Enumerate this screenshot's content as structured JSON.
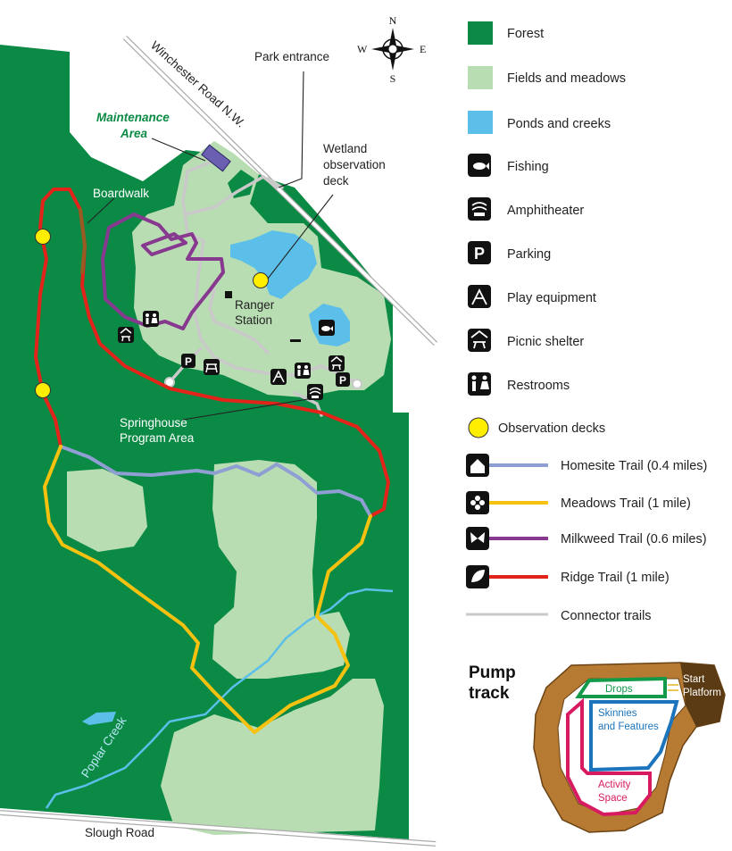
{
  "map": {
    "compass": {
      "n": "N",
      "s": "S",
      "e": "E",
      "w": "W"
    },
    "labels": {
      "park_entrance": "Park entrance",
      "winchester_road": "Winchester Road N.W.",
      "maintenance_line1": "Maintenance",
      "maintenance_line2": "Area",
      "wetland_line1": "Wetland",
      "wetland_line2": "observation",
      "wetland_line3": "deck",
      "boardwalk": "Boardwalk",
      "ranger_line1": "Ranger",
      "ranger_line2": "Station",
      "springhouse_line1": "Springhouse",
      "springhouse_line2": "Program Area",
      "poplar_creek": "Poplar Creek",
      "slough_road": "Slough Road"
    },
    "colors": {
      "forest": "#0b8a45",
      "fields": "#b9ddb3",
      "water": "#5bbfe9",
      "homesite": "#8f9fd3",
      "meadows": "#f6c20f",
      "milkweed": "#87388f",
      "ridge": "#e2231a",
      "connector": "#c9c9c9",
      "boardwalk": "#9a5b22"
    }
  },
  "legend": {
    "items": [
      {
        "label": "Forest",
        "icon": "forest-swatch"
      },
      {
        "label": "Fields and meadows",
        "icon": "fields-swatch"
      },
      {
        "label": "Ponds and creeks",
        "icon": "ponds-swatch"
      },
      {
        "label": "Fishing",
        "icon": "fishing-icon"
      },
      {
        "label": "Amphitheater",
        "icon": "amphitheater-icon"
      },
      {
        "label": "Parking",
        "icon": "parking-icon"
      },
      {
        "label": "Play equipment",
        "icon": "play-equipment-icon"
      },
      {
        "label": "Picnic shelter",
        "icon": "picnic-shelter-icon"
      },
      {
        "label": "Restrooms",
        "icon": "restrooms-icon"
      },
      {
        "label": "Observation decks",
        "icon": "observation-deck-icon"
      }
    ],
    "trails": [
      {
        "label": "Homesite Trail  (0.4 miles)",
        "icon": "house-icon"
      },
      {
        "label": "Meadows Trail  (1 mile)",
        "icon": "flower-icon"
      },
      {
        "label": "Milkweed Trail  (0.6 miles)",
        "icon": "butterfly-icon"
      },
      {
        "label": "Ridge Trail  (1 mile)",
        "icon": "leaf-icon"
      },
      {
        "label": "Connector trails",
        "icon": "connector-line"
      }
    ],
    "parking_glyph": "P"
  },
  "pump_track": {
    "title_line1": "Pump",
    "title_line2": "track",
    "drops": "Drops",
    "start_line1": "Start",
    "start_line2": "Platform",
    "skinnies_line1": "Skinnies",
    "skinnies_line2": "and Features",
    "activity_line1": "Activity",
    "activity_line2": "Space"
  }
}
